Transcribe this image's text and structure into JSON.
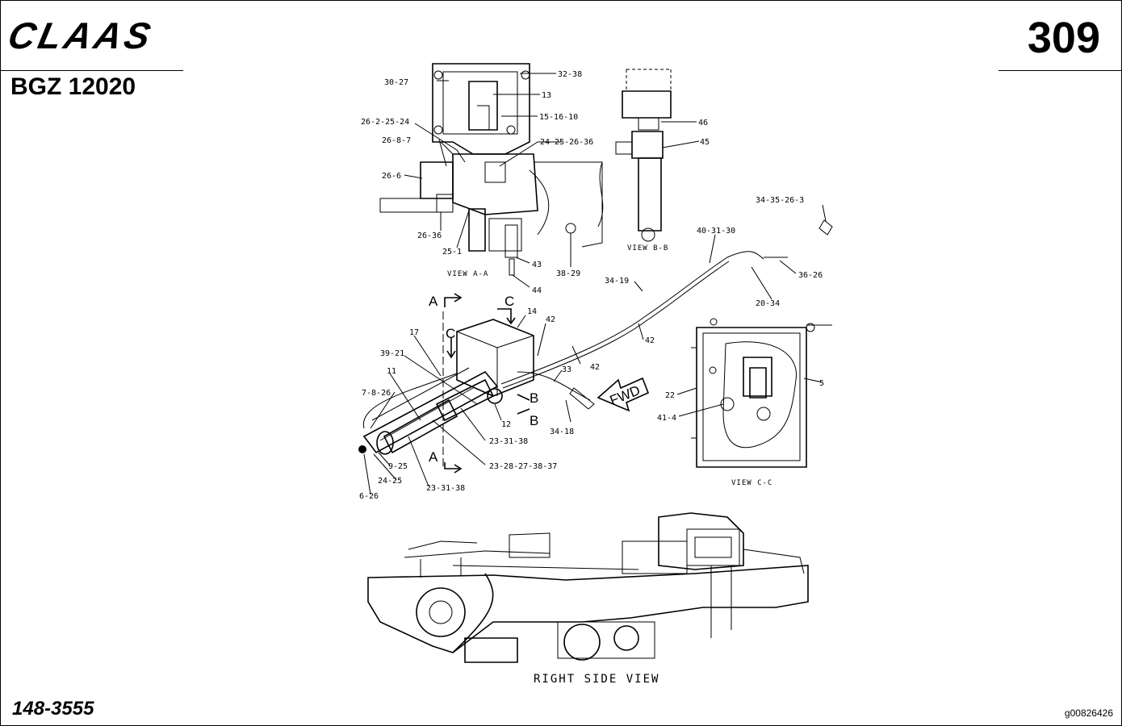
{
  "header": {
    "brand": "CLAAS",
    "page_number": "309",
    "model": "BGZ 12020"
  },
  "footer": {
    "part_number": "148-3555",
    "image_id": "g00826426"
  },
  "views": {
    "view_aa": "VIEW A-A",
    "view_bb": "VIEW B-B",
    "view_cc": "VIEW C-C",
    "right_side": "RIGHT SIDE VIEW"
  },
  "section_markers": {
    "a_top": "A",
    "a_bottom": "A",
    "b_top": "B",
    "b_bottom": "B",
    "c_left": "C",
    "c_top": "C"
  },
  "fwd": "FWD",
  "callouts": {
    "c30_27": "30-27",
    "c32_38": "32-38",
    "c13": "13",
    "c15_16_10": "15-16-10",
    "c26_2_25_24": "26-2-25-24",
    "c24_25_26_36": "24-25-26-36",
    "c26_8_7": "26-8-7",
    "c26_6": "26-6",
    "c26_36": "26-36",
    "c25_1": "25-1",
    "c43": "43",
    "c38_29": "38-29",
    "c44": "44",
    "c46": "46",
    "c45": "45",
    "c34_35_26_3": "34-35-26-3",
    "c40_31_30": "40-31-30",
    "c36_26": "36-26",
    "c34_19": "34-19",
    "c20_34": "20-34",
    "c14": "14",
    "c42a": "42",
    "c42b": "42",
    "c42c": "42",
    "c17": "17",
    "c39_21": "39-21",
    "c11": "11",
    "c33": "33",
    "c22": "22",
    "c5": "5",
    "c41_4": "41-4",
    "c7_8_26": "7-8-26",
    "c12": "12",
    "c34_18": "34-18",
    "c23_31_38a": "23-31-38",
    "c23_28_27_38_37": "23-28-27-38-37",
    "c9_25": "9-25",
    "c24_25": "24-25",
    "c23_31_38b": "23-31-38",
    "c6_26": "6-26"
  }
}
